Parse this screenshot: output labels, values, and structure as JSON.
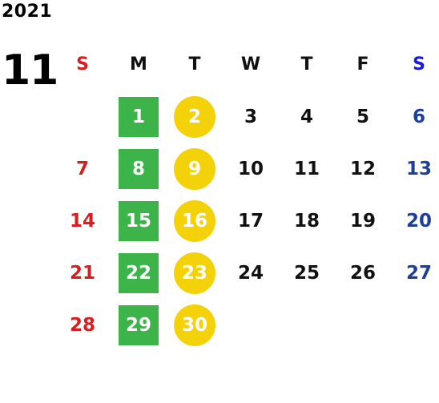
{
  "calendar": {
    "year": "2021",
    "month": "11",
    "weekdays": [
      "S",
      "M",
      "T",
      "W",
      "T",
      "F",
      "S"
    ],
    "weeks": [
      [
        "",
        "1",
        "2",
        "3",
        "4",
        "5",
        "6"
      ],
      [
        "7",
        "8",
        "9",
        "10",
        "11",
        "12",
        "13"
      ],
      [
        "14",
        "15",
        "16",
        "17",
        "18",
        "19",
        "20"
      ],
      [
        "21",
        "22",
        "23",
        "24",
        "25",
        "26",
        "27"
      ],
      [
        "28",
        "29",
        "30",
        "",
        "",
        "",
        ""
      ]
    ]
  },
  "colors": {
    "sunday": "#d71f1f",
    "saturday_header": "#1a1ad6",
    "saturday": "#1f3f96",
    "monday_highlight": "#3cb44a",
    "tuesday_highlight": "#f4d20a"
  }
}
